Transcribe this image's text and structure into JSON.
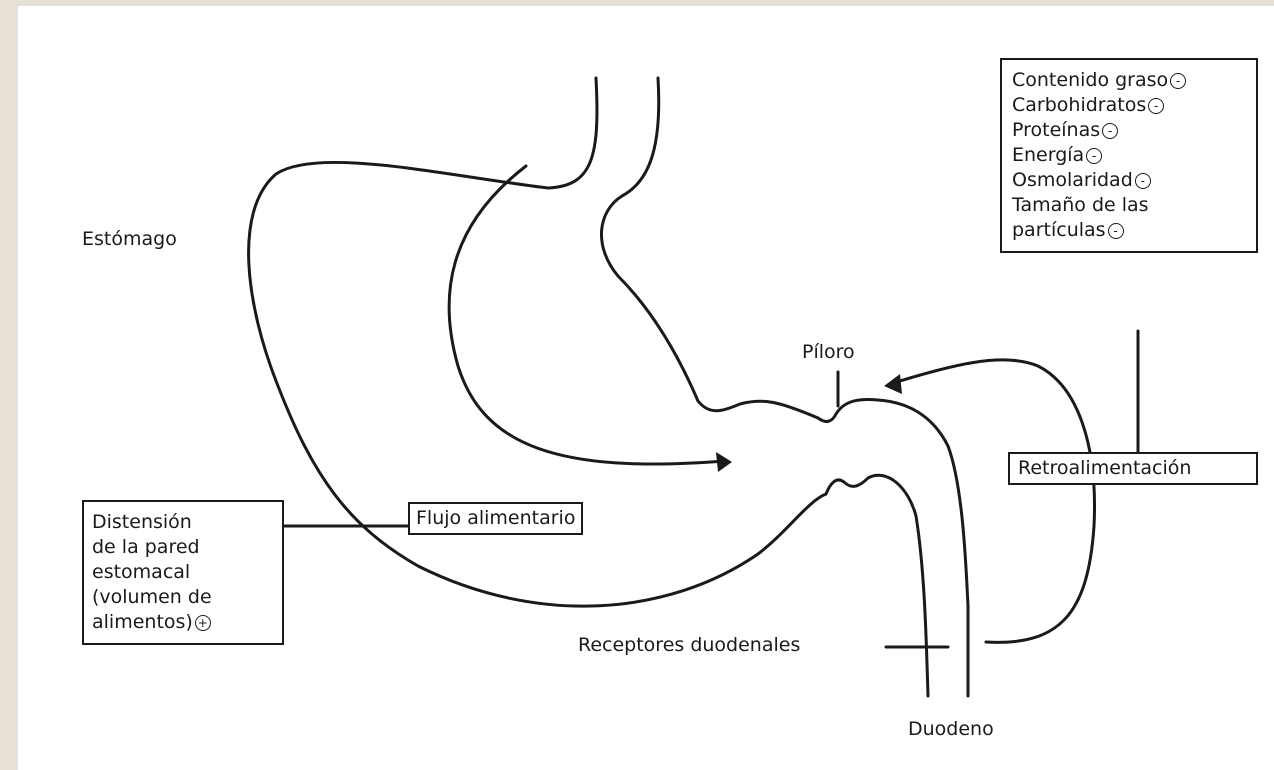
{
  "labels": {
    "stomach": "Estómago",
    "pylorus": "Píloro",
    "duodenal_receptors": "Receptores duodenales",
    "duodenum": "Duodeno"
  },
  "flow_box": {
    "text": "Flujo alimentario"
  },
  "feedback_box": {
    "text": "Retroalimentación"
  },
  "distension_box": {
    "lines": [
      "Distensión",
      "de la pared",
      "estomacal",
      "(volumen de",
      "alimentos)"
    ],
    "symbol": "+"
  },
  "factors_box": {
    "items": [
      {
        "text": "Contenido graso",
        "symbol": "-"
      },
      {
        "text": "Carbohidratos",
        "symbol": "-"
      },
      {
        "text": "Proteínas",
        "symbol": "-"
      },
      {
        "text": "Energía",
        "symbol": "-"
      },
      {
        "text": "Osmolaridad",
        "symbol": "-"
      },
      {
        "text": "Tamaño de las",
        "symbol": ""
      },
      {
        "text": "partículas",
        "symbol": "-"
      }
    ]
  }
}
